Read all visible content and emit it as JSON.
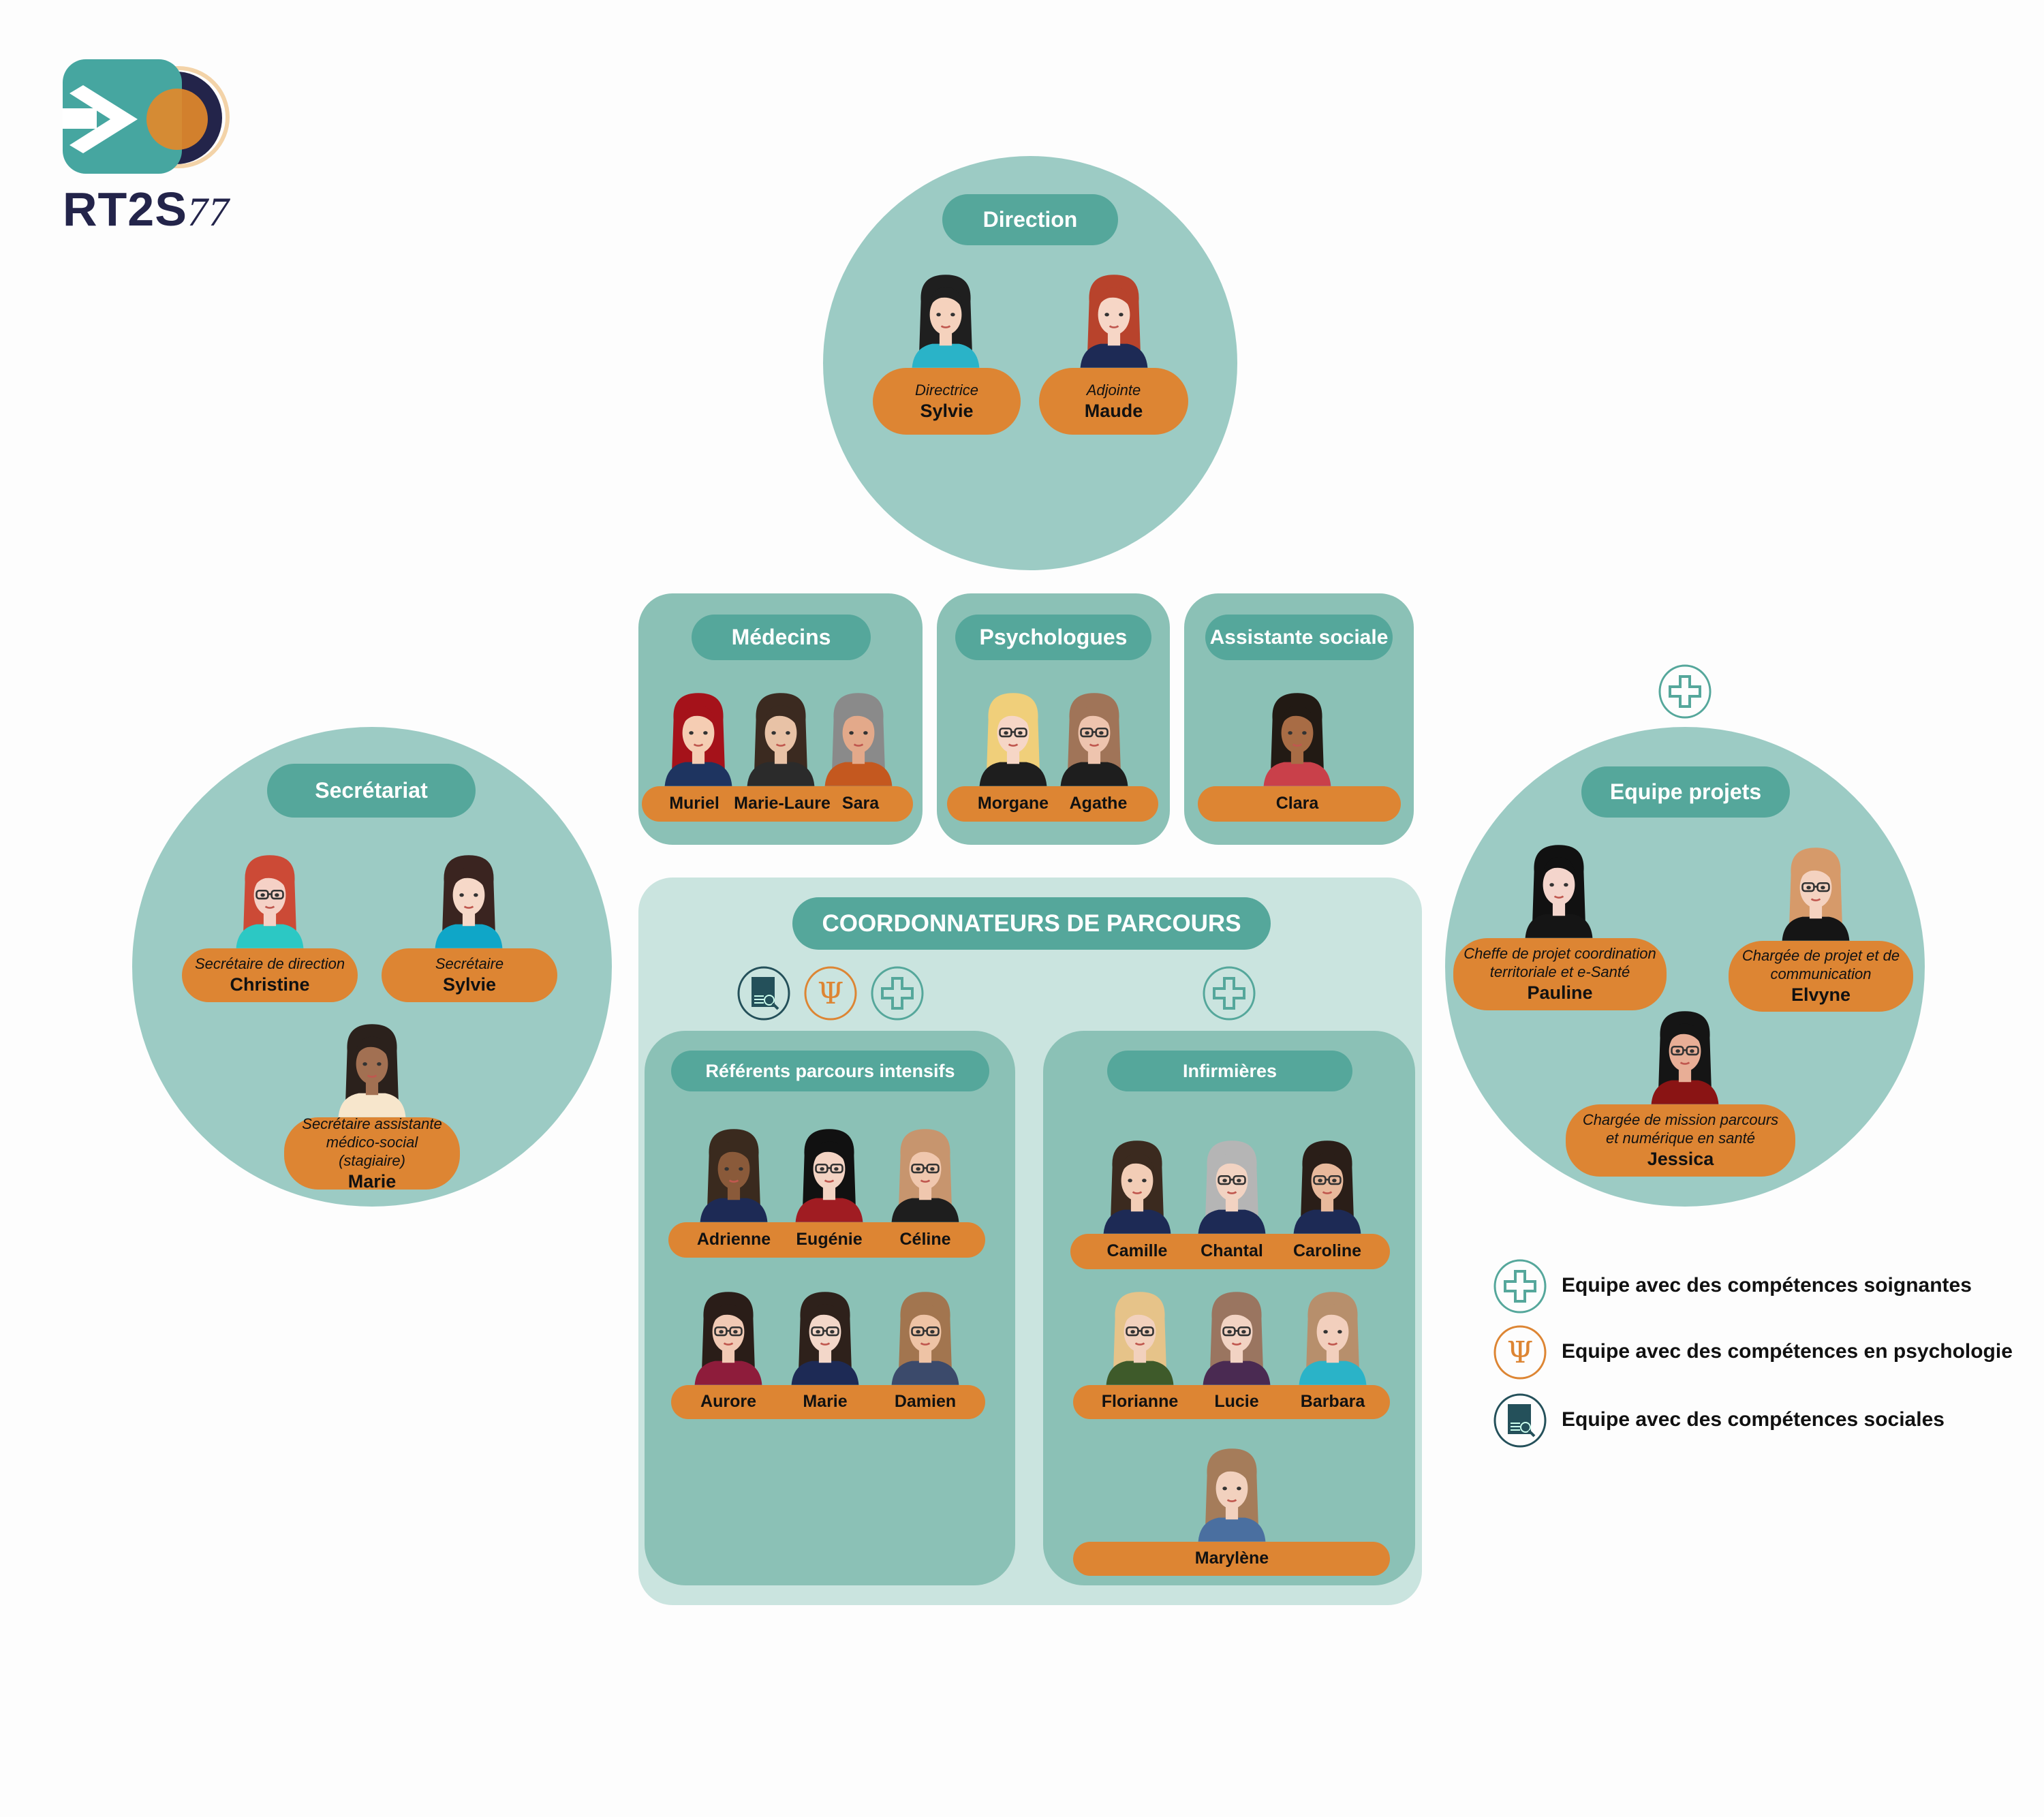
{
  "logo": {
    "text": "RT2S",
    "text_accent": "2",
    "suffix": "77",
    "colors": {
      "teal": "#46a6a0",
      "navy": "#23244a",
      "orange": "#e2892a"
    }
  },
  "colors": {
    "circle": "#9ccbc4",
    "pill": "#55a79b",
    "name_pill": "#dd8533",
    "box": "#8bc1b6",
    "coord_box": "#cae4df",
    "psy": "#dd8533",
    "social": "#24505a"
  },
  "direction": {
    "title": "Direction",
    "members": [
      {
        "role": "Directrice",
        "name": "Sylvie",
        "hair": "#1f1f1f",
        "skin": "#f5d2bd",
        "shirt": "#2ab3c8"
      },
      {
        "role": "Adjointe",
        "name": "Maude",
        "hair": "#b8432c",
        "skin": "#f6d6c6",
        "shirt": "#1d2a55"
      }
    ]
  },
  "medecins": {
    "title": "Médecins",
    "members": [
      {
        "name": "Muriel",
        "hair": "#a5121a",
        "skin": "#f5cdb3",
        "shirt": "#1e3460"
      },
      {
        "name": "Marie-Laure",
        "hair": "#3b2a20",
        "skin": "#e8c2a6",
        "shirt": "#2b2b2b"
      },
      {
        "name": "Sara",
        "hair": "#8a8a8a",
        "skin": "#e3a98a",
        "shirt": "#c4581f"
      }
    ]
  },
  "psychologues": {
    "title": "Psychologues",
    "members": [
      {
        "name": "Morgane",
        "hair": "#f0cf7a",
        "skin": "#f6d6c6",
        "shirt": "#1e1e1e",
        "glasses": true
      },
      {
        "name": "Agathe",
        "hair": "#a07458",
        "skin": "#eec4ae",
        "shirt": "#1e1e1e",
        "glasses": true
      }
    ]
  },
  "assistante": {
    "title": "Assistante sociale",
    "members": [
      {
        "name": "Clara",
        "hair": "#221a14",
        "skin": "#a86c45",
        "shirt": "#c9404a"
      }
    ]
  },
  "coordonnateurs": {
    "title": "COORDONNATEURS DE PARCOURS"
  },
  "referents": {
    "title": "Référents parcours intensifs",
    "members": [
      {
        "name": "Adrienne",
        "hair": "#3a2a1e",
        "skin": "#8a5a3a",
        "shirt": "#1d2a55"
      },
      {
        "name": "Eugénie",
        "hair": "#111111",
        "skin": "#f3d3c3",
        "shirt": "#a01c22",
        "glasses": true
      },
      {
        "name": "Céline",
        "hair": "#c7956e",
        "skin": "#f0c7ae",
        "shirt": "#1e1e1e",
        "glasses": true
      },
      {
        "name": "Aurore",
        "hair": "#2a1d18",
        "skin": "#f1c9b4",
        "shirt": "#8e1c3b",
        "glasses": true
      },
      {
        "name": "Marie",
        "hair": "#2e211b",
        "skin": "#f3d7c9",
        "shirt": "#1d2a55",
        "glasses": true
      },
      {
        "name": "Damien",
        "hair": "#a2754f",
        "skin": "#eec3a5",
        "shirt": "#3b4a6b",
        "glasses": true
      }
    ]
  },
  "infirmieres": {
    "title": "Infirmières",
    "members": [
      {
        "name": "Camille",
        "hair": "#3b2a1f",
        "skin": "#f2cdb6",
        "shirt": "#1d2a55"
      },
      {
        "name": "Chantal",
        "hair": "#b5b5b5",
        "skin": "#f2d3c2",
        "shirt": "#1d2a55",
        "glasses": true
      },
      {
        "name": "Caroline",
        "hair": "#2a1e18",
        "skin": "#e8b99c",
        "shirt": "#1d2a55",
        "glasses": true
      },
      {
        "name": "Florianne",
        "hair": "#e6c389",
        "skin": "#f2d1bd",
        "shirt": "#3e5a2a",
        "glasses": true
      },
      {
        "name": "Lucie",
        "hair": "#9a7560",
        "skin": "#f2d3c3",
        "shirt": "#4a2a52",
        "glasses": true
      },
      {
        "name": "Barbara",
        "hair": "#b78f6c",
        "skin": "#f2cfbd",
        "shirt": "#2ab3c8"
      },
      {
        "name": "Marylène",
        "hair": "#a57c5a",
        "skin": "#f2d1be",
        "shirt": "#4a6fa0"
      }
    ]
  },
  "secretariat": {
    "title": "Secrétariat",
    "members": [
      {
        "role": "Secrétaire de direction",
        "name": "Christine",
        "hair": "#cc4a36",
        "skin": "#f5d1c6",
        "shirt": "#2cc8c4",
        "glasses": true
      },
      {
        "role": "Secrétaire",
        "name": "Sylvie",
        "hair": "#3a2420",
        "skin": "#f6d8c8",
        "shirt": "#0fa6c8"
      },
      {
        "role": "Secrétaire assistante médico-social (stagiaire)",
        "name": "Marie",
        "hair": "#2b211c",
        "skin": "#a27052",
        "shirt": "#f7e6cc"
      }
    ]
  },
  "projets": {
    "title": "Equipe projets",
    "members": [
      {
        "role": "Cheffe de projet coordination territoriale et e-Santé",
        "name": "Pauline",
        "hair": "#111111",
        "skin": "#f4d5cc",
        "shirt": "#151515"
      },
      {
        "role": "Chargée de projet et de communication",
        "name": "Elvyne",
        "hair": "#d69a6a",
        "skin": "#f4d2c0",
        "shirt": "#151515",
        "glasses": true
      },
      {
        "role": "Chargée de mission parcours et numérique en santé",
        "name": "Jessica",
        "hair": "#151515",
        "skin": "#e8ae96",
        "shirt": "#8a1414",
        "glasses": true
      }
    ]
  },
  "legend": [
    {
      "icon": "plus-icon",
      "label": "Equipe avec des compétences soignantes"
    },
    {
      "icon": "psi-icon",
      "label": "Equipe avec des compétences en psychologie",
      "symbol": "Ψ"
    },
    {
      "icon": "document-search-icon",
      "label": "Equipe avec des compétences sociales"
    }
  ]
}
